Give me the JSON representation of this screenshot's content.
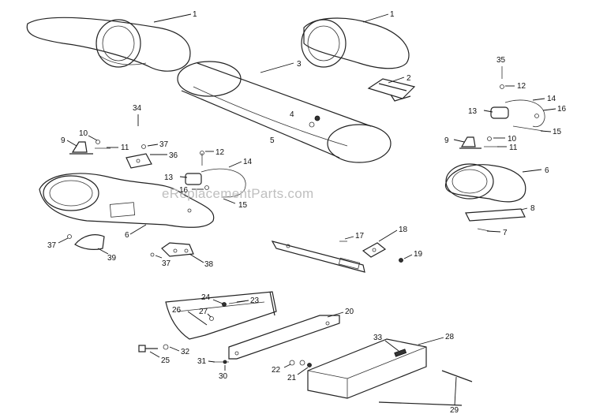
{
  "watermark": "eReplacementParts.com",
  "callouts": {
    "c1a": "1",
    "c1b": "1",
    "c2": "2",
    "c3": "3",
    "c4": "4",
    "c5": "5",
    "c6a": "6",
    "c6b": "6",
    "c7": "7",
    "c8": "8",
    "c9a": "9",
    "c9b": "9",
    "c10a": "10",
    "c10b": "10",
    "c11a": "11",
    "c11b": "11",
    "c12a": "12",
    "c12b": "12",
    "c13a": "13",
    "c13b": "13",
    "c14a": "14",
    "c14b": "14",
    "c15a": "15",
    "c15b": "15",
    "c16a": "16",
    "c16b": "16",
    "c17": "17",
    "c18": "18",
    "c19": "19",
    "c20": "20",
    "c21": "21",
    "c22": "22",
    "c23": "23",
    "c24": "24",
    "c25": "25",
    "c26": "26",
    "c27": "27",
    "c28": "28",
    "c29": "29",
    "c30": "30",
    "c31": "31",
    "c32": "32",
    "c33": "33",
    "c34": "34",
    "c35": "35",
    "c36": "36",
    "c37a": "37",
    "c37b": "37",
    "c37c": "37",
    "c38": "38",
    "c39": "39"
  }
}
